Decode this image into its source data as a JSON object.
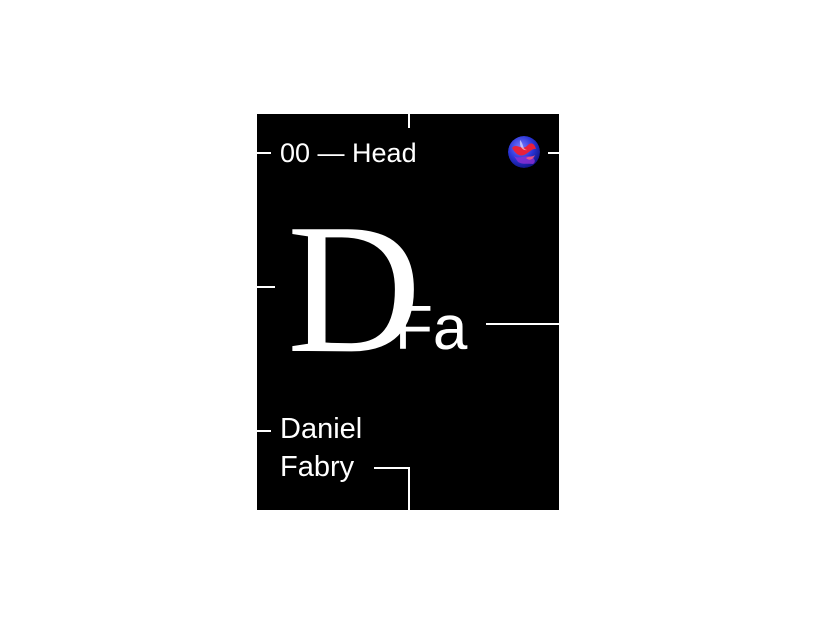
{
  "card": {
    "index_label": "00 — Head",
    "monogram": "D",
    "symbol": "Fa",
    "name_first": "Daniel",
    "name_last": "Fabry"
  },
  "icons": {
    "orb": "gradient-orb-icon"
  },
  "colors": {
    "background": "#ffffff",
    "card": "#000000",
    "text": "#ffffff",
    "orb_red": "#e8203a",
    "orb_blue": "#2a35d8",
    "orb_violet": "#8a2fd0"
  }
}
